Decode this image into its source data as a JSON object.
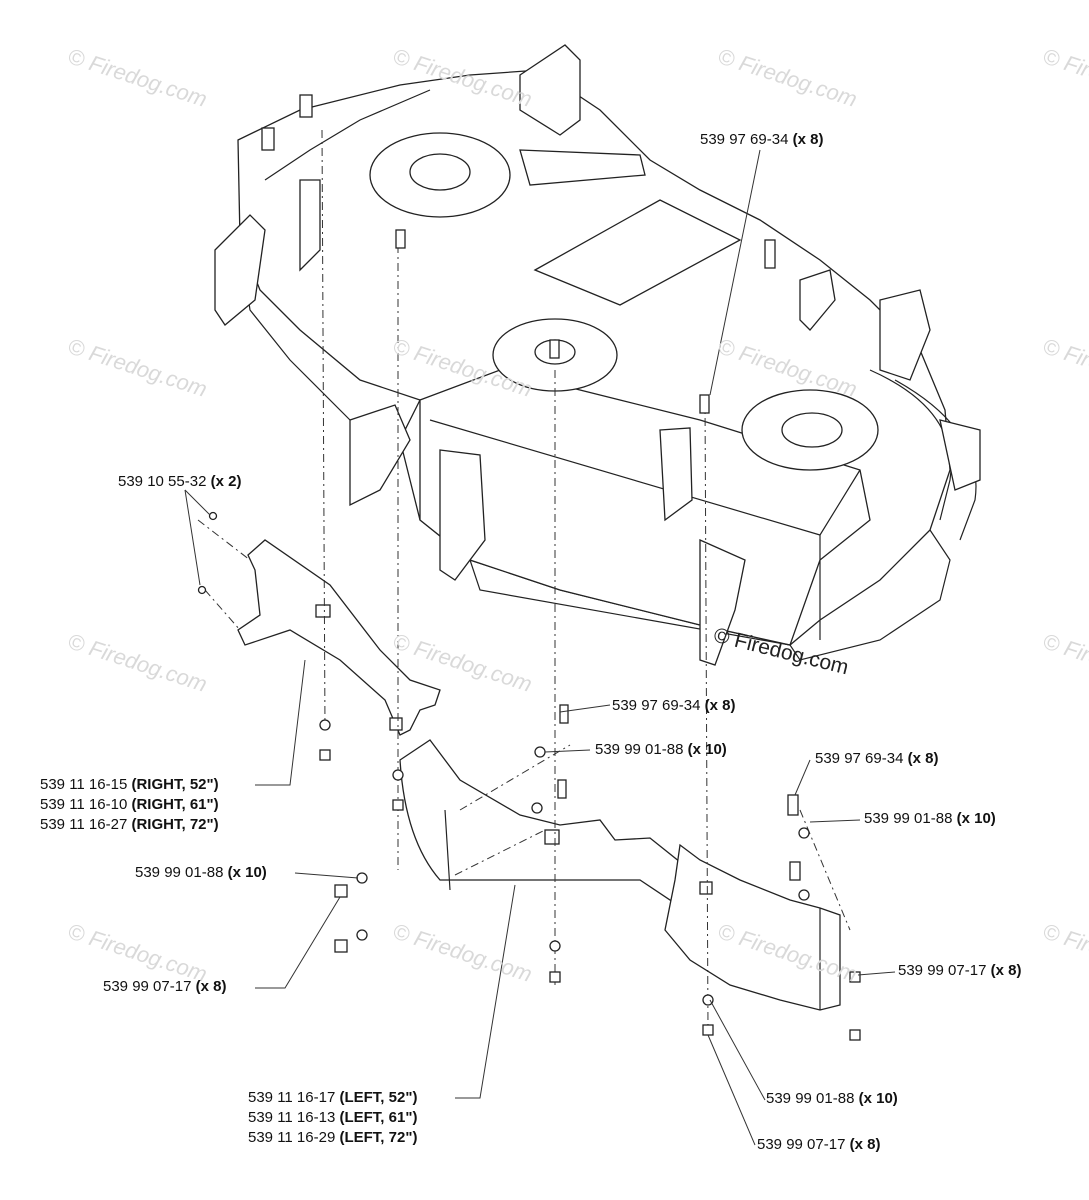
{
  "watermark": "© Firedog.com",
  "callouts": {
    "c1": {
      "part": "539 97 69-34",
      "qty": "(x 8)"
    },
    "c2": {
      "part": "539 10 55-32",
      "qty": "(x 2)"
    },
    "c3": {
      "part": "539 97 69-34",
      "qty": "(x 8)"
    },
    "c4": {
      "part": "539 99 01-88",
      "qty": "(x 10)"
    },
    "c5": {
      "part": "539 97 69-34",
      "qty": "(x 8)"
    },
    "c6": {
      "part": "539 99 01-88",
      "qty": "(x 10)"
    },
    "c7": {
      "part": "539 11 16-15",
      "qty": "(RIGHT, 52\")"
    },
    "c8": {
      "part": "539 11 16-10",
      "qty": "(RIGHT, 61\")"
    },
    "c9": {
      "part": "539 11 16-27",
      "qty": "(RIGHT, 72\")"
    },
    "c10": {
      "part": "539 99 01-88",
      "qty": "(x 10)"
    },
    "c11": {
      "part": "539 99 07-17",
      "qty": "(x 8)"
    },
    "c12": {
      "part": "539 99 07-17",
      "qty": "(x 8)"
    },
    "c13": {
      "part": "539 99 01-88",
      "qty": "(x 10)"
    },
    "c14": {
      "part": "539 11 16-17",
      "qty": "(LEFT, 52\")"
    },
    "c15": {
      "part": "539 11 16-13",
      "qty": "(LEFT, 61\")"
    },
    "c16": {
      "part": "539 11 16-29",
      "qty": "(LEFT, 72\")"
    },
    "c17": {
      "part": "539 99 07-17",
      "qty": "(x 8)"
    }
  }
}
